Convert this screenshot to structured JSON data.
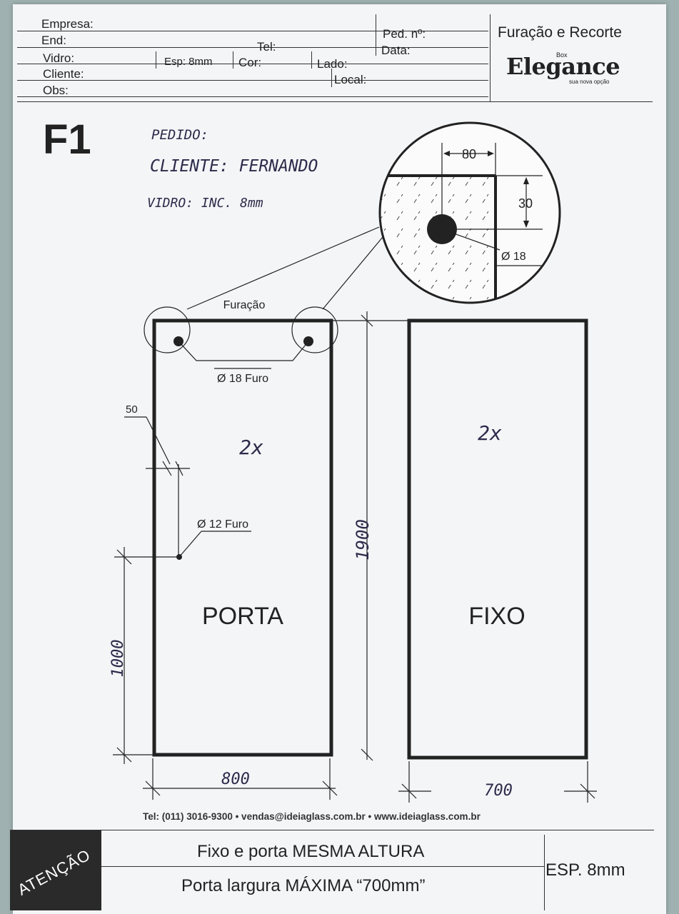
{
  "header": {
    "empresa": "Empresa:",
    "end": "End:",
    "tel": "Tel:",
    "ped": "Ped. nº:",
    "data": "Data:",
    "vidro": "Vidro:",
    "esp": "Esp: 8mm",
    "cor": "Cor:",
    "lado": "Lado:",
    "cliente": "Cliente:",
    "local": "Local:",
    "obs": "Obs:"
  },
  "brand": {
    "title": "Furação e Recorte",
    "box": "Box",
    "logo": "Elegance",
    "tagline": "sua nova opção"
  },
  "sheet_code": "F1",
  "handwritten": {
    "line1": "PEDIDO:",
    "line2": "CLIENTE: FERNANDO",
    "line3": "VIDRO: INC. 8mm",
    "qty_porta": "2x",
    "qty_fixo": "2x",
    "dim_height": "1900",
    "dim_handle": "1000",
    "dim_porta_width": "800",
    "dim_fixo_width": "700"
  },
  "drawing": {
    "furacao_label": "Furação",
    "hole18_label": "Ø 18 Furo",
    "hole12_label": "Ø 12 Furo",
    "dim50": "50",
    "detail_80": "80",
    "detail_30": "30",
    "detail_phi18": "Ø 18",
    "porta_label": "PORTA",
    "fixo_label": "FIXO"
  },
  "contact": "Tel: (011) 3016-9300 • vendas@ideiaglass.com.br • www.ideiaglass.com.br",
  "footer": {
    "attention": "ATENÇÃO",
    "line1": "Fixo e porta MESMA ALTURA",
    "line2": "Porta largura MÁXIMA “700mm”",
    "esp": "ESP. 8mm"
  }
}
